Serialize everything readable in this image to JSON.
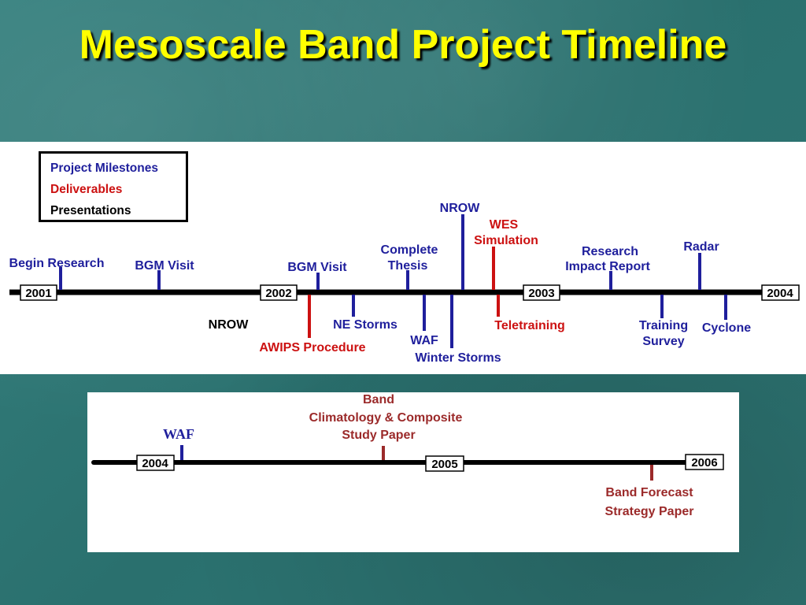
{
  "title": "Mesoscale Band Project Timeline",
  "legend": [
    {
      "label": "Project Milestones",
      "color": "#1f1f9c"
    },
    {
      "label": "Deliverables",
      "color": "#cc1111"
    },
    {
      "label": "Presentations",
      "color": "#000000"
    }
  ],
  "colors": {
    "milestone": "#1f1f9c",
    "deliverable": "#cc1111",
    "presentation": "#000000",
    "dark_red": "#9b2a2a"
  },
  "timeline1": {
    "years": [
      "2001",
      "2002",
      "2003",
      "2004"
    ],
    "events": [
      {
        "label": "Begin Research",
        "color": "#1f1f9c"
      },
      {
        "label": "BGM Visit",
        "color": "#1f1f9c"
      },
      {
        "label": "BGM Visit",
        "color": "#1f1f9c"
      },
      {
        "label": "NROW",
        "color": "#000000"
      },
      {
        "label": "AWIPS Procedure",
        "color": "#cc1111"
      },
      {
        "label": "NE Storms",
        "color": "#1f1f9c"
      },
      {
        "label": "Complete Thesis",
        "color": "#1f1f9c"
      },
      {
        "label": "WAF",
        "color": "#1f1f9c"
      },
      {
        "label": "Winter Storms",
        "color": "#1f1f9c"
      },
      {
        "label": "NROW",
        "color": "#1f1f9c"
      },
      {
        "label": "WES Simulation",
        "color": "#cc1111"
      },
      {
        "label": "Teletraining",
        "color": "#cc1111"
      },
      {
        "label": "Research Impact Report",
        "color": "#1f1f9c"
      },
      {
        "label": "Training Survey",
        "color": "#1f1f9c"
      },
      {
        "label": "Radar",
        "color": "#1f1f9c"
      },
      {
        "label": "Cyclone",
        "color": "#1f1f9c"
      }
    ]
  },
  "timeline2": {
    "years": [
      "2004",
      "2005",
      "2006"
    ],
    "events": [
      {
        "label": "WAF",
        "color": "#1f1f9c"
      },
      {
        "label": "Band Climatology & Composite Study Paper",
        "color": "#9b2a2a"
      },
      {
        "label": "Band Forecast Strategy Paper",
        "color": "#9b2a2a"
      }
    ]
  }
}
